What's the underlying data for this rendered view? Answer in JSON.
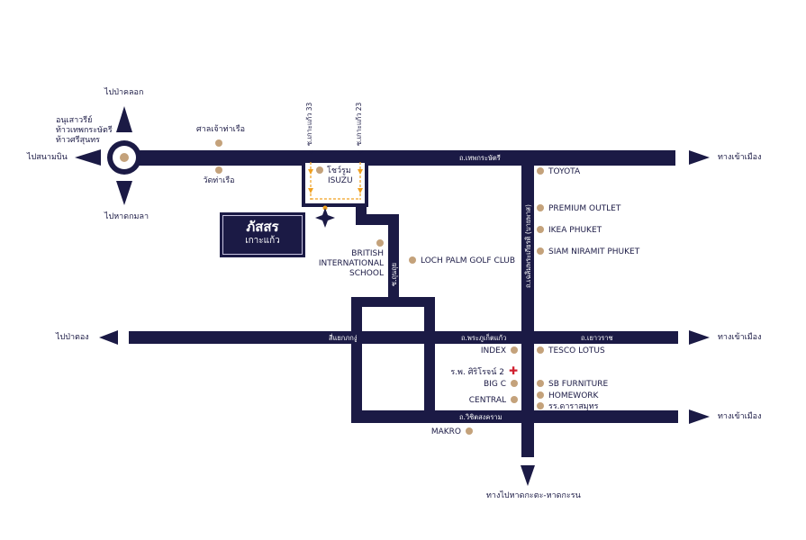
{
  "brand": {
    "name": "ภัสสร",
    "location": "เกาะแก้ว"
  },
  "directions": {
    "north": "ไปป่าคลอก",
    "monument": [
      "อนุเสาวรีย์",
      "ท้าวเทพกระษัตรี",
      "ท้าวศรีสุนทร"
    ],
    "west_airport": "ไปสนามบิน",
    "south_beach": "ไปหาดกมลา",
    "to_town_1": "ทางเข้าเมือง",
    "to_town_2": "ทางเข้าเมือง",
    "to_town_3": "ทางเข้าเมือง",
    "patong": "ไปป่าตอง",
    "kata": "ทางไปหาดกะตะ-หาดกะรน"
  },
  "roads": {
    "thepkrasattri": "ถ.เทพกระษัตรี",
    "chalermprakiat": "ถ.เฉลิมพระเกียรติ (บายพาส)",
    "phrapuket": "ถ.พระภูเก็ตแก้ว",
    "yaowarat": "ถ.เยาวราช",
    "samyaek": "สี่แยกภกงู่",
    "wichit": "ถ.วิชิตสงคราม",
    "soi33": "ซ.เกาะแก้ว 33",
    "soi23": "ซ.เกาะแก้ว 23",
    "sub_road": "ซ.ถุนถุย"
  },
  "pois": {
    "shrine": "ศาลเจ้าท่าเรือ",
    "temple": "วัดท่าเรือ",
    "showroom": [
      "โชว์รูม",
      "ISUZU"
    ],
    "british": [
      "BRITISH",
      "INTERNATIONAL",
      "SCHOOL"
    ],
    "lochpalm": "LOCH PALM GOLF CLUB",
    "toyota": "TOYOTA",
    "premium": "PREMIUM OUTLET",
    "ikea": "IKEA PHUKET",
    "siam": "SIAM NIRAMIT PHUKET",
    "index": "INDEX",
    "tesco": "TESCO LOTUS",
    "hospital": "ร.พ. ศิริโรจน์ 2",
    "bigc": "BIG C",
    "sbf": "SB FURNITURE",
    "homework": "HOMEWORK",
    "central": "CENTRAL",
    "school": "รร.ดาราสมุทร",
    "makro": "MAKRO"
  },
  "colors": {
    "road": "#1b1a45",
    "poi": "#c4a27b",
    "route": "#f0a020",
    "hospital": "#d02030"
  }
}
